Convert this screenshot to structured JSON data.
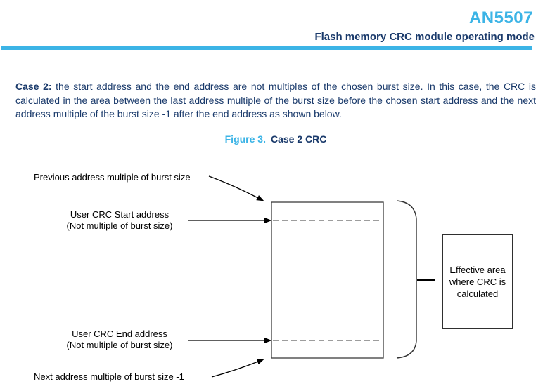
{
  "header": {
    "doc_number": "AN5507",
    "doc_title": "Flash memory CRC module operating mode"
  },
  "paragraph": {
    "label": "Case 2:",
    "text": " the start address and the end address are not multiples of the chosen burst size. In this case, the CRC is calculated in the area between the last address multiple of the burst size before the chosen start address and the next address multiple of the burst size -1 after the end address as shown below."
  },
  "figure": {
    "caption_label": "Figure 3.",
    "caption_title": "Case 2 CRC",
    "labels": {
      "prev": "Previous address multiple of burst size",
      "start_line1": "User CRC Start address",
      "start_line2": "(Not multiple of burst size)",
      "end_line1": "User CRC End address",
      "end_line2": "(Not multiple of burst size)",
      "next": "Next address multiple of burst size -1"
    },
    "effective_area": {
      "line1": "Effective area",
      "line2": "where CRC is",
      "line3": "calculated"
    }
  },
  "colors": {
    "accent_blue": "#3CB4E6",
    "deep_blue": "#1A3A6B",
    "label_black": "#000000",
    "line_gray": "#7d7d7d",
    "box_border": "#3c3c3c"
  }
}
